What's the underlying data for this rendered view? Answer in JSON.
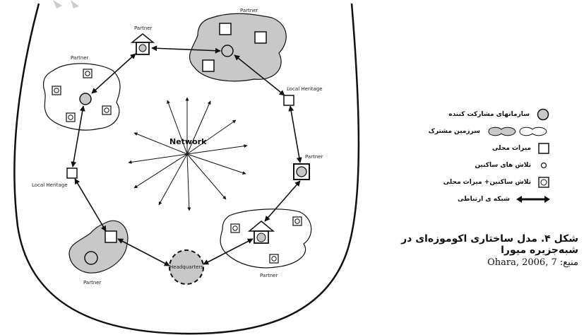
{
  "diagram": {
    "center_label": "Network",
    "labels": {
      "partner": "Partner",
      "local_heritage": "Local Heritage",
      "headquarters": "Headquarters"
    }
  },
  "legend": {
    "items": [
      {
        "icon": "circle-gray-icon",
        "text": "سازمانهای مشارکت کننده"
      },
      {
        "icon": "shared-land-shapes-icon",
        "text": "سرزمین مشترک"
      },
      {
        "icon": "square-icon",
        "text": "میراث محلی"
      },
      {
        "icon": "small-circle-icon",
        "text": "تلاش های ساکنین"
      },
      {
        "icon": "square-circle-icon",
        "text": "تلاش ساکنین+ میراث محلی"
      },
      {
        "icon": "double-arrow-icon",
        "text": "شبکه ی ارتباطی"
      }
    ]
  },
  "caption": {
    "title": "شکل ۴. مدل ساختاری اکوموزه‌ای در شبه‌جزیره میورا",
    "source_label": "منبع:",
    "source_ref": "Ohara, 2006, 7"
  },
  "colors": {
    "line": "#111111",
    "fill_gray": "#c8c8c8",
    "background": "#ffffff"
  }
}
